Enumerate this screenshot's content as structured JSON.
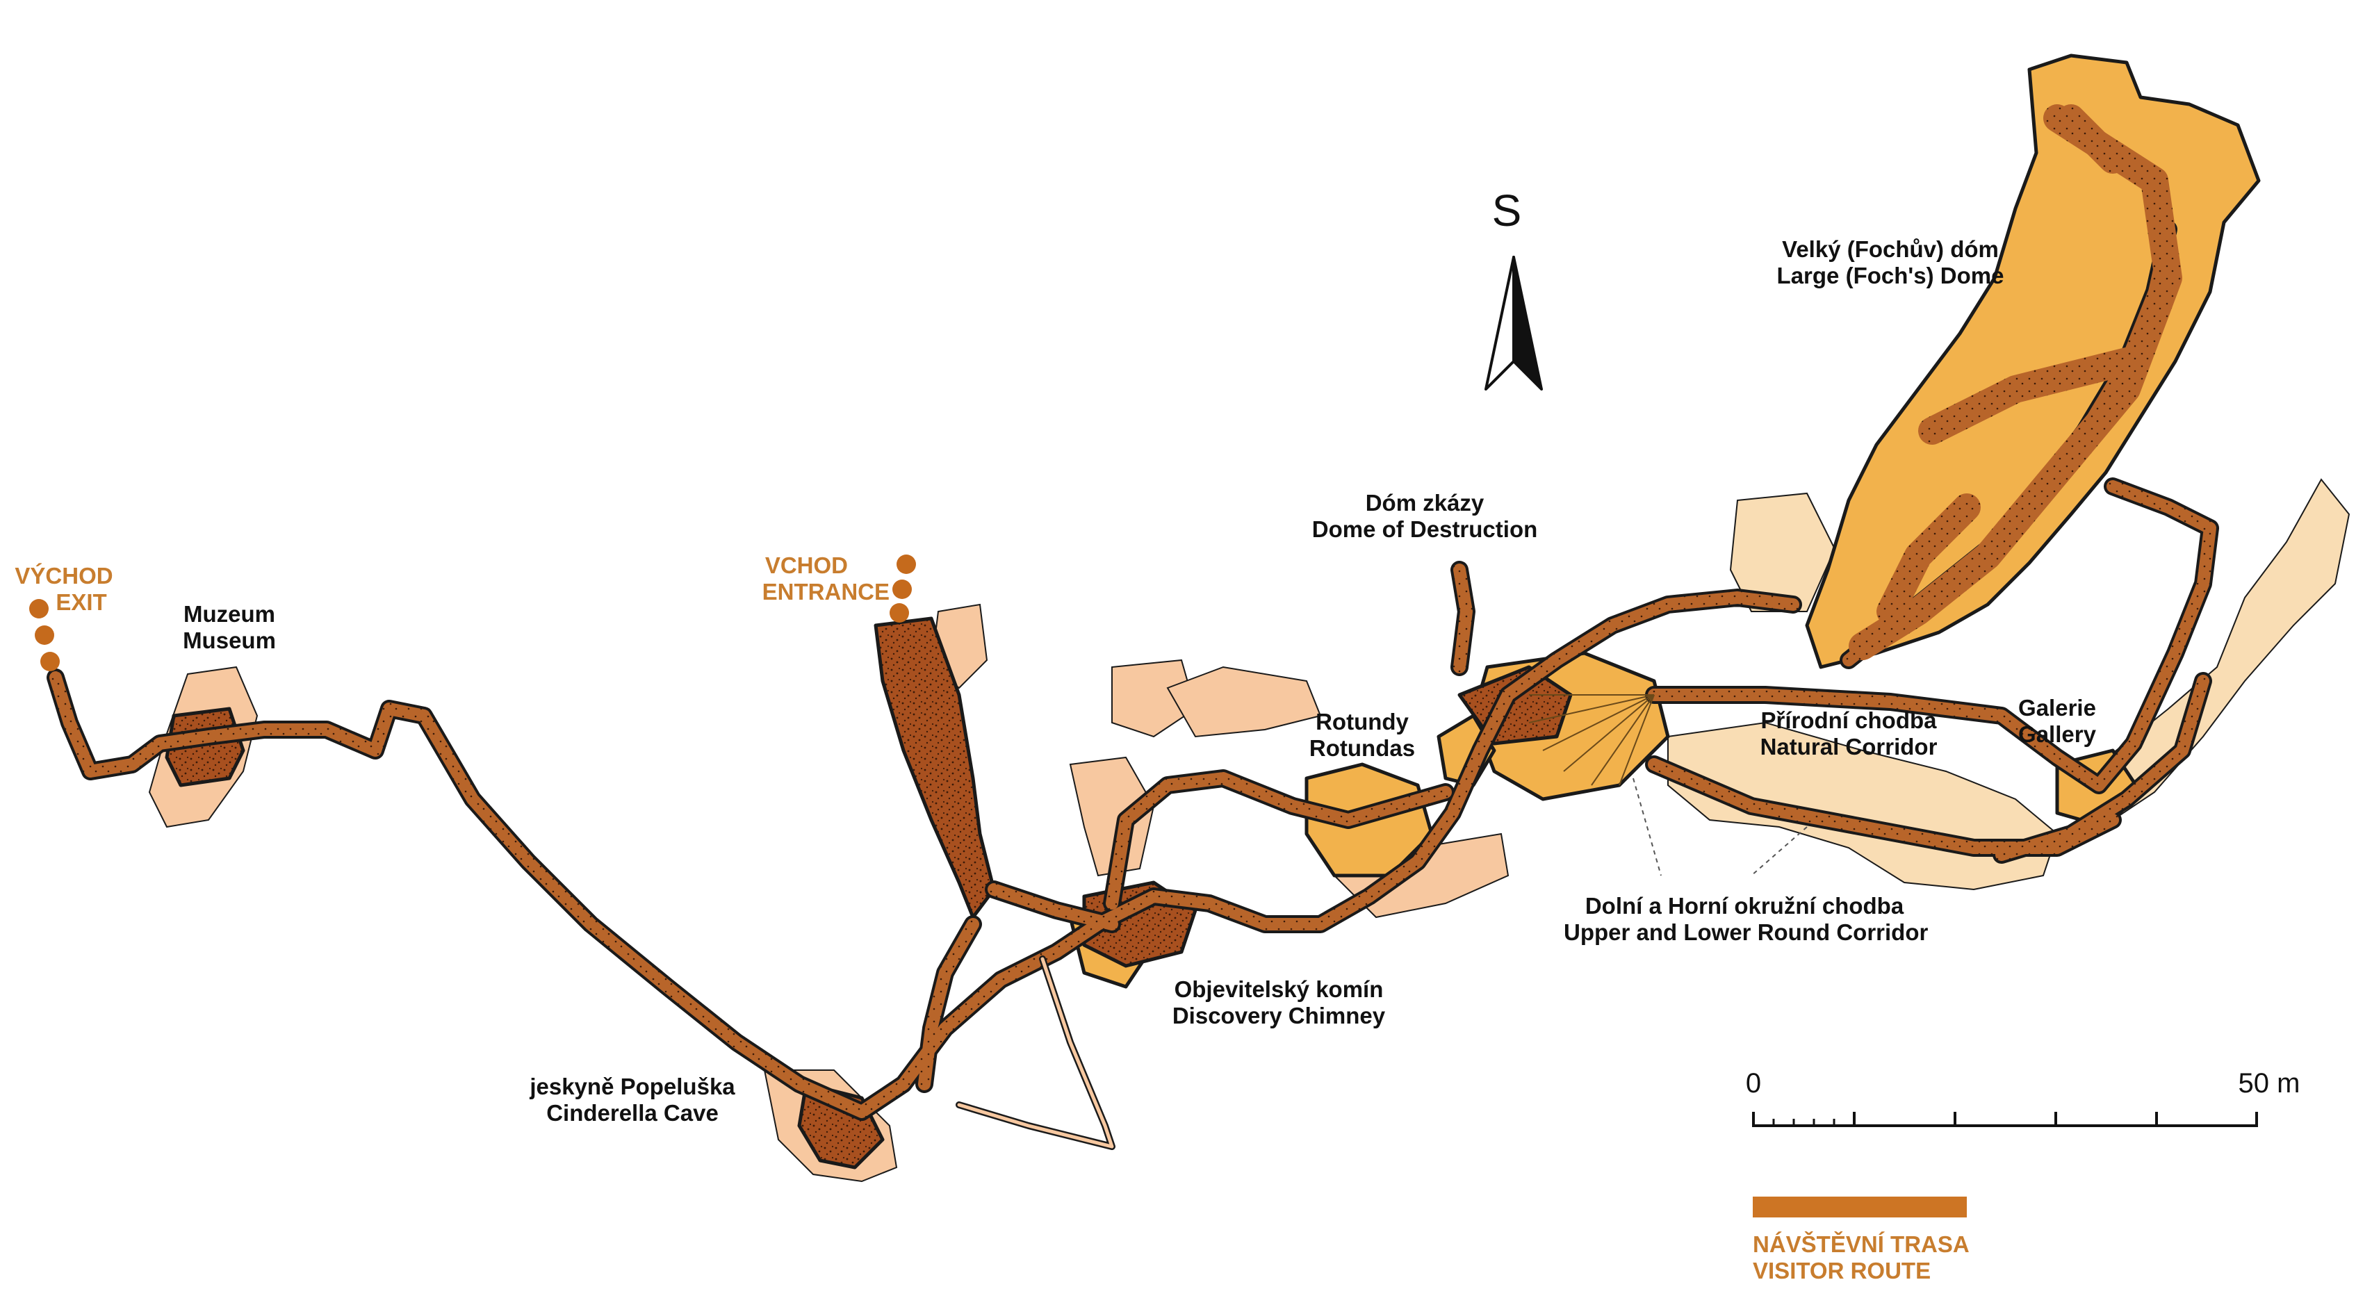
{
  "colors": {
    "cave_dark": "#a8501f",
    "cave_mid": "#f2b24c",
    "cave_light": "#f7c8a0",
    "cave_pale": "#f9ddb4",
    "route": "#cd7524",
    "label_orange": "#c87d2e",
    "outline": "#1a1a1a"
  },
  "north_arrow": {
    "letter": "S",
    "icon": "north-arrow-icon"
  },
  "labels": {
    "vychod": {
      "cz": "VÝCHOD",
      "en": "EXIT"
    },
    "vchod": {
      "cz": "VCHOD",
      "en": "ENTRANCE"
    },
    "muzeum": {
      "cz": "Muzeum",
      "en": "Museum"
    },
    "fochuv": {
      "cz": "Velký (Fochův) dóm",
      "en": "Large (Foch's) Dome"
    },
    "dom_zkazy": {
      "cz": "Dóm zkázy",
      "en": "Dome of Destruction"
    },
    "rotundy": {
      "cz": "Rotundy",
      "en": "Rotundas"
    },
    "prirodni": {
      "cz": "Přírodní chodba",
      "en": "Natural Corridor"
    },
    "galerie": {
      "cz": "Galerie",
      "en": "Gallery"
    },
    "okruzni": {
      "cz": "Dolní a Horní okružní chodba",
      "en": "Upper and Lower Round Corridor"
    },
    "objevitelsky": {
      "cz": "Objevitelský komín",
      "en": "Discovery Chimney"
    },
    "popeluska": {
      "cz": "jeskyně Popeluška",
      "en": "Cinderella Cave"
    }
  },
  "scale_bar": {
    "start_label": "0",
    "end_label": "50 m",
    "length_value": 50,
    "unit": "m",
    "major_divisions": 5
  },
  "legend": {
    "cz": "NÁVŠTĚVNÍ TRASA",
    "en": "VISITOR ROUTE"
  }
}
